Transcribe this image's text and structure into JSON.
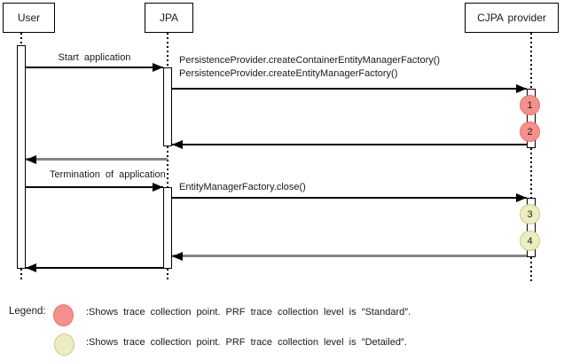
{
  "diagram": {
    "actors": [
      {
        "label": "User"
      },
      {
        "label": "JPA"
      },
      {
        "label": "CJPA provider"
      }
    ],
    "messages": {
      "start_application": "Start application",
      "create_container_emf": "PersistenceProvider.createContainerEntityManagerFactory()",
      "create_emf": "PersistenceProvider.createEntityManagerFactory()",
      "termination": "Termination of application",
      "emf_close": "EntityManagerFactory.close()"
    },
    "trace_points": [
      {
        "number": "1",
        "level": "Standard"
      },
      {
        "number": "2",
        "level": "Standard"
      },
      {
        "number": "3",
        "level": "Detailed"
      },
      {
        "number": "4",
        "level": "Detailed"
      }
    ]
  },
  "legend": {
    "title": "Legend:",
    "items": [
      {
        "level": "Standard",
        "color": "#f5908c",
        "text": ":Shows trace collection point. PRF trace collection level is ″Standard″."
      },
      {
        "level": "Detailed",
        "color": "#ededc2",
        "text": ":Shows trace collection point. PRF trace collection level is ″Detailed″."
      }
    ]
  },
  "colors": {
    "standard_trace_fill": "#f5908c",
    "standard_trace_border": "#ef6f6b",
    "detailed_trace_fill": "#ededc2",
    "detailed_trace_border": "#c9c98a",
    "line": "#000000",
    "return_line_gray": "#848484"
  }
}
